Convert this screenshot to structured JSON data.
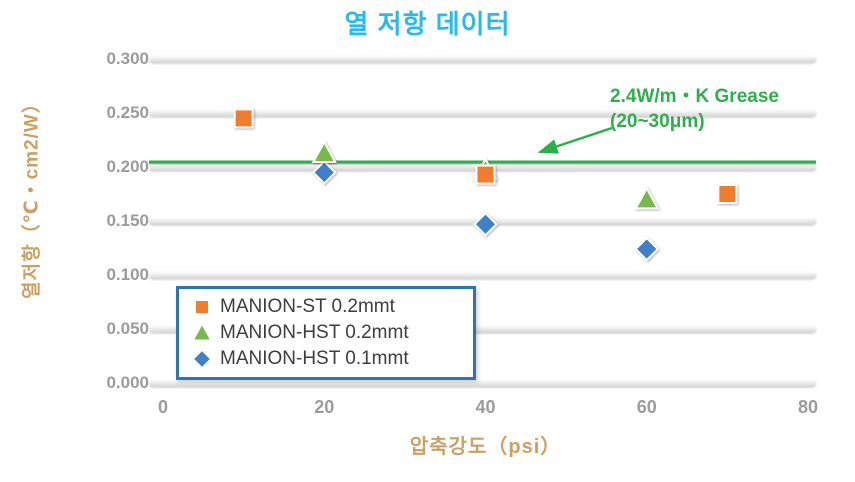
{
  "title": "열 저항 데이터",
  "colors": {
    "title": "#29B9EA",
    "axis_label": "#C9A164",
    "tick_label": "#9B9B9B",
    "annotation": "#2EAE4D",
    "legend_border": "#2E74B5",
    "gridline": "#DCDCDC"
  },
  "annotation": {
    "line1": "2.4W/m・K Grease",
    "line2": "(20~30μm)"
  },
  "chart_data": {
    "type": "scatter",
    "title": "열 저항 데이터",
    "xlabel": "압축강도（psi）",
    "ylabel": "열저항（℃・cm2/W）",
    "xlim": [
      0,
      80
    ],
    "ylim": [
      0.0,
      0.3
    ],
    "x_ticks": [
      "0",
      "20",
      "40",
      "60",
      "80"
    ],
    "y_ticks": [
      "0.300",
      "0.250",
      "0.200",
      "0.150",
      "0.100",
      "0.050",
      "0.000"
    ],
    "grid": true,
    "legend_position": "bottom-left",
    "series": [
      {
        "name": "MANION-ST 0.2mmt",
        "marker": "square",
        "color": "#EE7D31",
        "points": [
          [
            10,
            0.245
          ],
          [
            40,
            0.193
          ],
          [
            70,
            0.175
          ]
        ]
      },
      {
        "name": "MANION-HST 0.2mmt",
        "marker": "triangle",
        "color": "#77B94C",
        "points": [
          [
            20,
            0.213
          ],
          [
            40,
            0.197
          ],
          [
            60,
            0.17
          ]
        ]
      },
      {
        "name": "MANION-HST 0.1mmt",
        "marker": "diamond",
        "color": "#4080C6",
        "points": [
          [
            20,
            0.195
          ],
          [
            40,
            0.147
          ],
          [
            60,
            0.124
          ]
        ]
      }
    ],
    "reference_line": {
      "y": 0.205,
      "color": "#2EAE4D",
      "label": "2.4W/m・K Grease (20~30μm)"
    }
  }
}
